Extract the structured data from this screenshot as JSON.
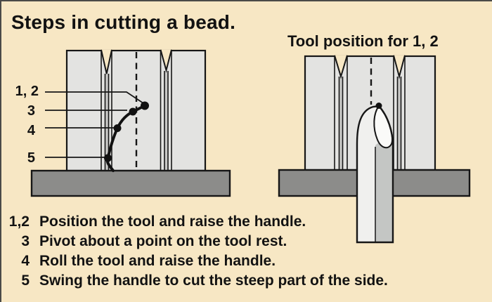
{
  "page": {
    "title": "Steps in cutting a bead."
  },
  "left_diagram": {
    "labels": [
      {
        "text": "1, 2"
      },
      {
        "text": "3"
      },
      {
        "text": "4"
      },
      {
        "text": "5"
      }
    ]
  },
  "right_diagram": {
    "title": "Tool position for 1, 2"
  },
  "steps": [
    {
      "num": "1,2",
      "text": "Position the tool and raise the handle."
    },
    {
      "num": "3",
      "text": "Pivot about a point on the tool rest."
    },
    {
      "num": "4",
      "text": "Roll the tool and raise the handle."
    },
    {
      "num": "5",
      "text": "Swing the handle to cut the steep part of the side."
    }
  ],
  "colors": {
    "background": "#F7E7C4",
    "wood_face": "#E3E3E1",
    "kerf": "#C9C9C7",
    "tool_rest": "#8C8C8A",
    "outline": "#161616",
    "tool_flute": "#F0F0EE",
    "tool_side": "#C4C6C4",
    "tool_bevel": "#FAFAF8"
  }
}
